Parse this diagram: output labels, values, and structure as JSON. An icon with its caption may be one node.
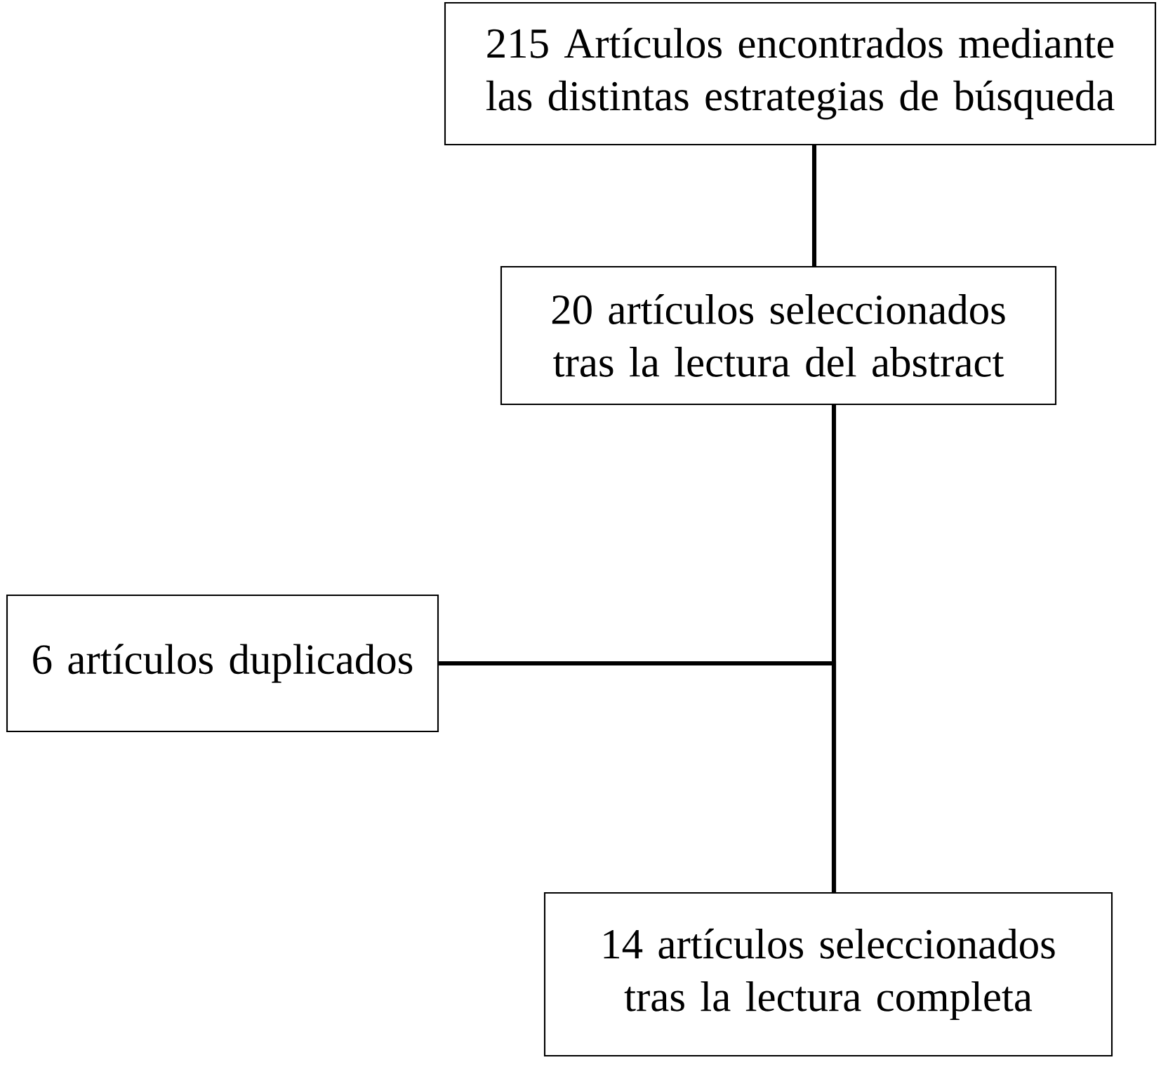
{
  "diagram": {
    "nodes": [
      {
        "text": [
          "215 Artículos encontrados mediante las distintas estrategias de búsqueda"
        ]
      },
      {
        "text": [
          "20 artículos seleccionados tras la lectura del abstract"
        ]
      },
      {
        "text": [
          "6 artículos duplicados"
        ]
      },
      {
        "text": [
          "14 artículos seleccionados tras la lectura completa"
        ]
      }
    ],
    "edges": [
      {
        "from": 0,
        "to": 1,
        "arrow": "none"
      },
      {
        "from": 1,
        "to": 3,
        "arrow": "none"
      },
      {
        "from": 2,
        "to": 3,
        "arrow": "none"
      }
    ]
  }
}
